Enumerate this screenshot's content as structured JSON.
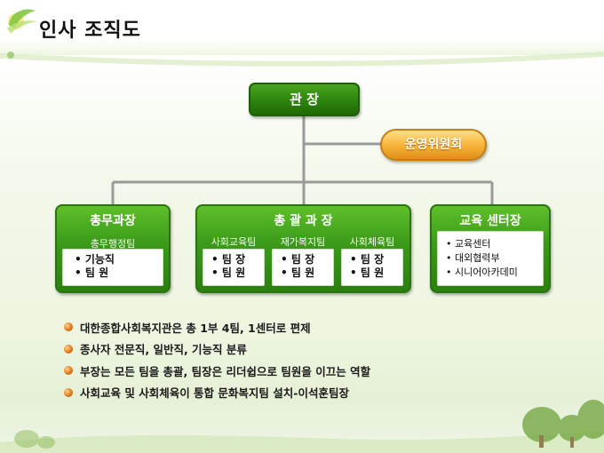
{
  "page": {
    "title": "인사 조직도"
  },
  "org": {
    "director": "관 장",
    "committee": "운영위원회",
    "general_affairs": {
      "head": "총무과장",
      "team": "총무행정팀",
      "items": [
        "• 기능직",
        "• 팀 원"
      ]
    },
    "general_manager": {
      "head": "총 괄 과 장",
      "teams": [
        {
          "name": "사회교육팀",
          "items": [
            "• 팀 장",
            "• 팀 원"
          ]
        },
        {
          "name": "재가복지팀",
          "items": [
            "• 팀 장",
            "• 팀 원"
          ]
        },
        {
          "name": "사회체육팀",
          "items": [
            "• 팀 장",
            "• 팀 원"
          ]
        }
      ]
    },
    "education_center": {
      "head": "교육 센터장",
      "items": [
        "• 교육센터",
        "• 대외협력부",
        "• 시니어아카데미"
      ]
    }
  },
  "notes": [
    "대한종합사회복지관은 총 1부  4팀, 1센터로 편제",
    "종사자 전문직, 일반직, 기능직 분류",
    "부장는 모든 팀을 총괄, 팀장은 리더쉽으로 팀원을 이끄는 역할",
    "사회교육 및 사회체육이 통합 문화복지팀 설치-이석훈팀장"
  ],
  "colors": {
    "green": "#3a9a18",
    "orange": "#f0a020",
    "bullet": "#e07a1c"
  }
}
